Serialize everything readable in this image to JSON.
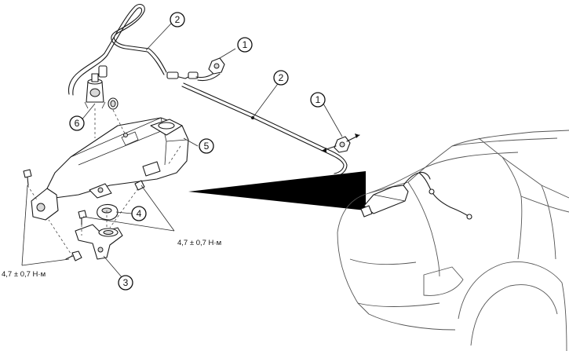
{
  "callouts": [
    {
      "id": "c1a",
      "label": "1"
    },
    {
      "id": "c1b",
      "label": "1"
    },
    {
      "id": "c2a",
      "label": "2"
    },
    {
      "id": "c2b",
      "label": "2"
    },
    {
      "id": "c3",
      "label": "3"
    },
    {
      "id": "c4",
      "label": "4"
    },
    {
      "id": "c5",
      "label": "5"
    },
    {
      "id": "c6",
      "label": "6"
    }
  ],
  "torque": {
    "right": "4,7 ± 0,7 Н·м",
    "left": "4,7 ± 0,7 Н·м"
  }
}
